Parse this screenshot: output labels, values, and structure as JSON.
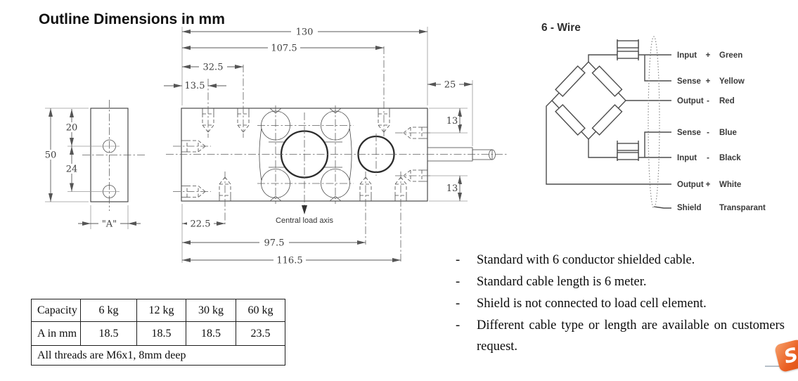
{
  "title": "Outline Dimensions in mm",
  "drawing": {
    "dims": {
      "d130": "130",
      "d107_5": "107.5",
      "d32_5": "32.5",
      "d13_5": "13.5",
      "d25": "25",
      "d13_top": "13",
      "d13_bottom": "13",
      "d50": "50",
      "d20": "20",
      "d24": "24",
      "dA": "\"A\"",
      "d22_5": "22.5",
      "d97_5": "97.5",
      "d116_5": "116.5"
    },
    "central_axis_label": "Central load axis"
  },
  "wiring": {
    "title": "6 - Wire",
    "labels": [
      {
        "name": "Input",
        "sign": "+",
        "color": "Green"
      },
      {
        "name": "Sense",
        "sign": "+",
        "color": "Yellow"
      },
      {
        "name": "Output",
        "sign": "-",
        "color": "Red"
      },
      {
        "name": "Sense",
        "sign": "-",
        "color": "Blue"
      },
      {
        "name": "Input",
        "sign": "-",
        "color": "Black"
      },
      {
        "name": "Output",
        "sign": "+",
        "color": "White"
      },
      {
        "name": "Shield",
        "sign": "",
        "color": "Transparant"
      }
    ]
  },
  "table": {
    "rows": [
      [
        "Capacity",
        "6 kg",
        "12 kg",
        "30 kg",
        "60 kg"
      ],
      [
        "A in mm",
        "18.5",
        "18.5",
        "18.5",
        "23.5"
      ]
    ],
    "footer": "All threads are M6x1, 8mm deep"
  },
  "notes_marker": "-",
  "notes": [
    "Standard with 6 conductor shielded cable.",
    "Standard cable length is 6 meter.",
    "Shield is not connected to load cell element.",
    "Different cable type or length are available on customers request."
  ],
  "logo": {
    "letter": "S",
    "color": "#e8622b"
  }
}
